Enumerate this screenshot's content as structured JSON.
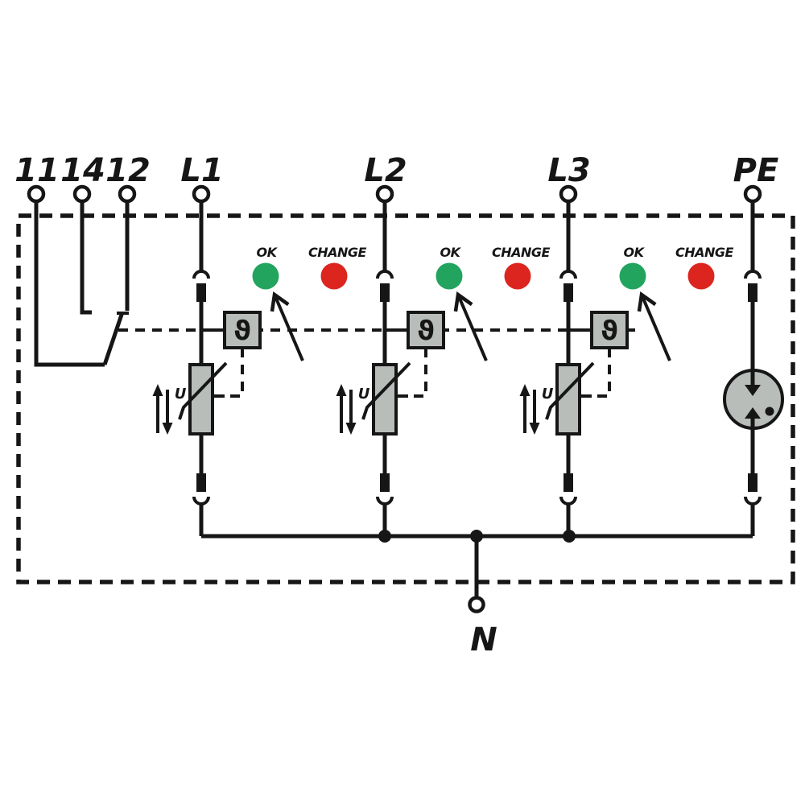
{
  "diagram": {
    "terminals": {
      "aux": [
        {
          "id": "11",
          "label": "11"
        },
        {
          "id": "14",
          "label": "14"
        },
        {
          "id": "12",
          "label": "12"
        }
      ],
      "phases": [
        {
          "id": "L1",
          "label": "L1"
        },
        {
          "id": "L2",
          "label": "L2"
        },
        {
          "id": "L3",
          "label": "L3"
        }
      ],
      "pe": {
        "label": "PE"
      },
      "neutral": {
        "label": "N"
      }
    },
    "indicators": {
      "ok_label": "OK",
      "change_label": "CHANGE"
    },
    "symbols": {
      "thermal_disconnect": "ϑ",
      "varistor_voltage": "U"
    },
    "colors": {
      "ok_led": "#22a45e",
      "change_led": "#dc251f",
      "component_fill": "#b8bdb9",
      "line": "#161616",
      "background": "#ffffff"
    }
  }
}
